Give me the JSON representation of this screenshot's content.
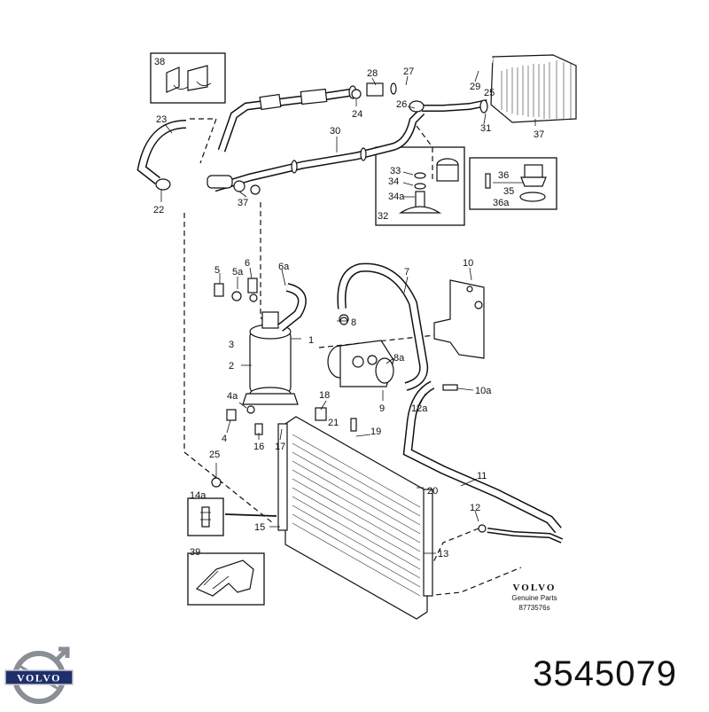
{
  "diagram": {
    "callouts": [
      {
        "id": "c38",
        "text": "38"
      },
      {
        "id": "c28",
        "text": "28"
      },
      {
        "id": "c27",
        "text": "27"
      },
      {
        "id": "c29",
        "text": "29"
      },
      {
        "id": "c23",
        "text": "23"
      },
      {
        "id": "c24",
        "text": "24"
      },
      {
        "id": "c26",
        "text": "26"
      },
      {
        "id": "c25top",
        "text": "25"
      },
      {
        "id": "c31",
        "text": "31"
      },
      {
        "id": "c37a",
        "text": "37"
      },
      {
        "id": "c30",
        "text": "30"
      },
      {
        "id": "c33",
        "text": "33"
      },
      {
        "id": "c34",
        "text": "34"
      },
      {
        "id": "c34a",
        "text": "34a"
      },
      {
        "id": "c32",
        "text": "32"
      },
      {
        "id": "c36",
        "text": "36"
      },
      {
        "id": "c35",
        "text": "35"
      },
      {
        "id": "c36a",
        "text": "36a"
      },
      {
        "id": "c22",
        "text": "22"
      },
      {
        "id": "c37b",
        "text": "37"
      },
      {
        "id": "c5",
        "text": "5"
      },
      {
        "id": "c5a",
        "text": "5a"
      },
      {
        "id": "c6",
        "text": "6"
      },
      {
        "id": "c6a",
        "text": "6a"
      },
      {
        "id": "c7",
        "text": "7"
      },
      {
        "id": "c10",
        "text": "10"
      },
      {
        "id": "c8",
        "text": "8"
      },
      {
        "id": "c3",
        "text": "3"
      },
      {
        "id": "c1",
        "text": "1"
      },
      {
        "id": "c2",
        "text": "2"
      },
      {
        "id": "c8a",
        "text": "8a"
      },
      {
        "id": "c10a",
        "text": "10a"
      },
      {
        "id": "c9",
        "text": "9"
      },
      {
        "id": "c4a",
        "text": "4a"
      },
      {
        "id": "c18",
        "text": "18"
      },
      {
        "id": "c12a",
        "text": "12a"
      },
      {
        "id": "c21",
        "text": "21"
      },
      {
        "id": "c4",
        "text": "4"
      },
      {
        "id": "c16",
        "text": "16"
      },
      {
        "id": "c17",
        "text": "17"
      },
      {
        "id": "c19",
        "text": "19"
      },
      {
        "id": "c25",
        "text": "25"
      },
      {
        "id": "c11",
        "text": "11"
      },
      {
        "id": "c20",
        "text": "20"
      },
      {
        "id": "c14a",
        "text": "14a"
      },
      {
        "id": "c12",
        "text": "12"
      },
      {
        "id": "c15",
        "text": "15"
      },
      {
        "id": "c13",
        "text": "13"
      },
      {
        "id": "c39",
        "text": "39"
      }
    ],
    "stamp": {
      "brand": "VOLVO",
      "line1": "Genuine Parts",
      "line2": "8773576s"
    }
  },
  "logo": {
    "text": "VOLVO",
    "color": "#1f2f6b",
    "ring_color": "#8a8f96"
  },
  "part_number": "3545079"
}
